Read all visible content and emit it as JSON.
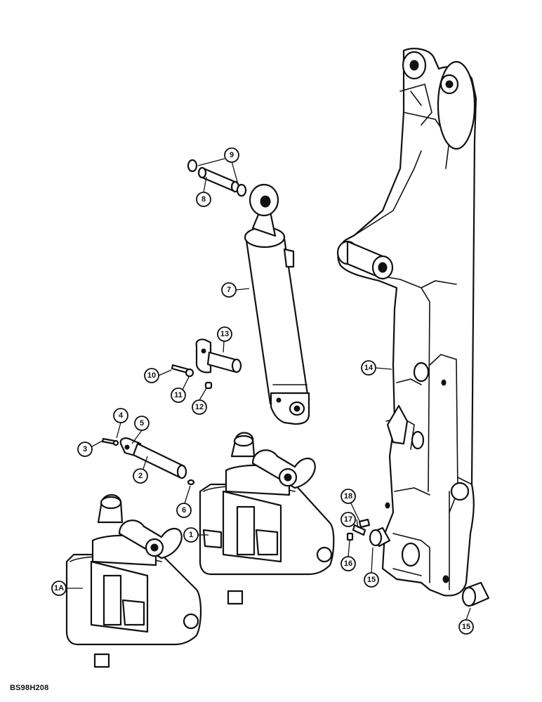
{
  "callouts": {
    "c1": "1",
    "c1a": "1A",
    "c2": "2",
    "c3": "3",
    "c4": "4",
    "c5": "5",
    "c6": "6",
    "c7": "7",
    "c8": "8",
    "c9": "9",
    "c10": "10",
    "c11": "11",
    "c12": "12",
    "c13": "13",
    "c14": "14",
    "c15a": "15",
    "c15b": "15",
    "c16": "16",
    "c17": "17",
    "c18": "18"
  },
  "footer": {
    "code": "BS98H208"
  }
}
